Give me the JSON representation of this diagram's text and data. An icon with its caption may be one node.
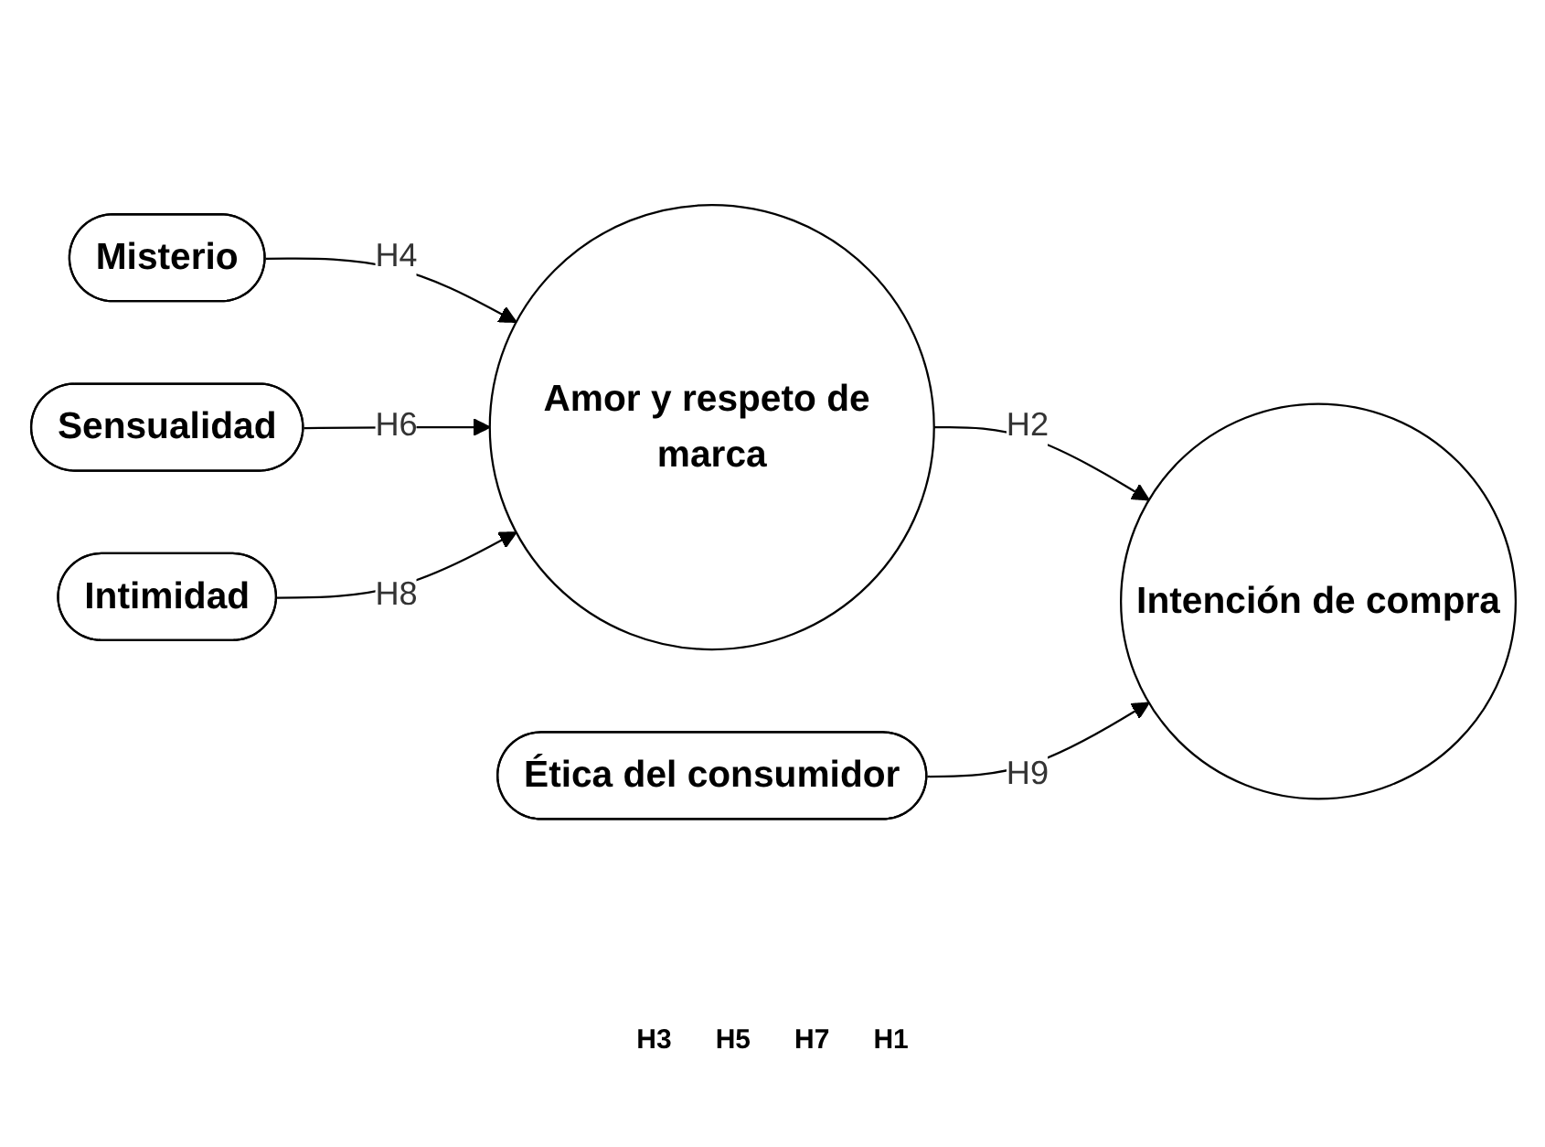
{
  "diagram": {
    "nodes": [
      {
        "text": [
          "Misterio"
        ]
      },
      {
        "text": [
          "Sensualidad"
        ]
      },
      {
        "text": [
          "Intimidad"
        ]
      },
      {
        "text": [
          "Amor y respeto de marca"
        ]
      },
      {
        "text": [
          "Intención de compra"
        ]
      },
      {
        "text": [
          "Ética del consumidor"
        ]
      }
    ],
    "edges": [
      {
        "from": 0,
        "to": 3,
        "arrow": "to",
        "label": "H4"
      },
      {
        "from": 1,
        "to": 3,
        "arrow": "to",
        "label": "H6"
      },
      {
        "from": 2,
        "to": 3,
        "arrow": "to",
        "label": "H8"
      },
      {
        "from": 3,
        "to": 4,
        "arrow": "to",
        "label": "H2"
      },
      {
        "from": 5,
        "to": 4,
        "arrow": "to",
        "label": "H9"
      }
    ],
    "labels": [
      "H3",
      "H5",
      "H7",
      "H1"
    ]
  }
}
